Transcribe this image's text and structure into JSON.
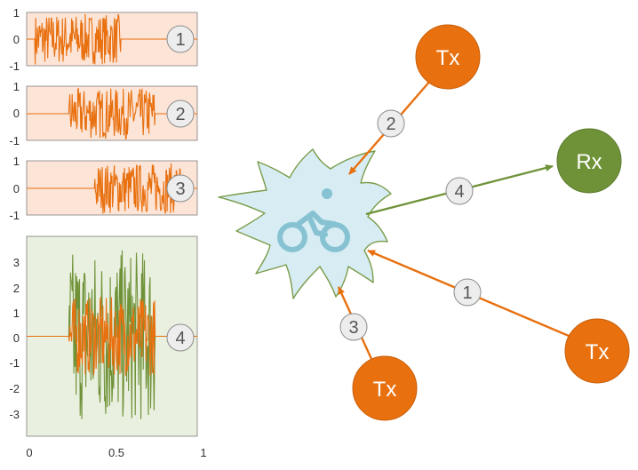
{
  "colors": {
    "tx_node": "#E8700F",
    "rx_node": "#6F9238",
    "signal_orange": "#E8700F",
    "signal_green": "#6F9238",
    "panel_orange_bg": "#FCE4D6",
    "panel_green_bg": "#E9F0DF",
    "scatterer_fill": "#D7ECF3",
    "scatterer_edge": "#7A9C4A",
    "cyclist_icon": "#86C2D2",
    "badge_fill": "#EDEDED",
    "badge_edge": "#8C8C8C"
  },
  "nodes": {
    "tx_top": "Tx",
    "tx_bottom_right": "Tx",
    "tx_bottom": "Tx",
    "rx": "Rx"
  },
  "paths": [
    {
      "id": "tx_bottom_right",
      "badge": "1"
    },
    {
      "id": "tx_top",
      "badge": "2"
    },
    {
      "id": "tx_bottom",
      "badge": "3"
    },
    {
      "id": "rx",
      "badge": "4"
    }
  ],
  "scatterer_icon": "cyclist-icon",
  "chart_data": [
    {
      "type": "line",
      "panel": "1",
      "ylim": [
        -1,
        1
      ],
      "yticks": [
        "1",
        "0",
        "-1"
      ],
      "xlim": [
        0,
        1
      ],
      "signal_active_x": [
        0.05,
        0.55
      ],
      "series": [
        {
          "color": "#E8700F"
        }
      ]
    },
    {
      "type": "line",
      "panel": "2",
      "ylim": [
        -1,
        1
      ],
      "yticks": [
        "1",
        "0",
        "-1"
      ],
      "xlim": [
        0,
        1
      ],
      "signal_active_x": [
        0.25,
        0.75
      ],
      "series": [
        {
          "color": "#E8700F"
        }
      ]
    },
    {
      "type": "line",
      "panel": "3",
      "ylim": [
        -1,
        1
      ],
      "yticks": [
        "1",
        "0",
        "-1"
      ],
      "xlim": [
        0,
        1
      ],
      "signal_active_x": [
        0.4,
        0.9
      ],
      "series": [
        {
          "color": "#E8700F"
        }
      ]
    },
    {
      "type": "line",
      "panel": "4",
      "ylim": [
        -3.8,
        3.8
      ],
      "yticks": [
        "3",
        "2",
        "1",
        "0",
        "-1",
        "-2",
        "-3"
      ],
      "xlim": [
        0,
        1
      ],
      "xticks": [
        "0",
        "0.5",
        "1"
      ],
      "signal_active_x": [
        0.25,
        0.75
      ],
      "series": [
        {
          "color": "#6F9238"
        },
        {
          "color": "#E8700F"
        }
      ]
    }
  ]
}
